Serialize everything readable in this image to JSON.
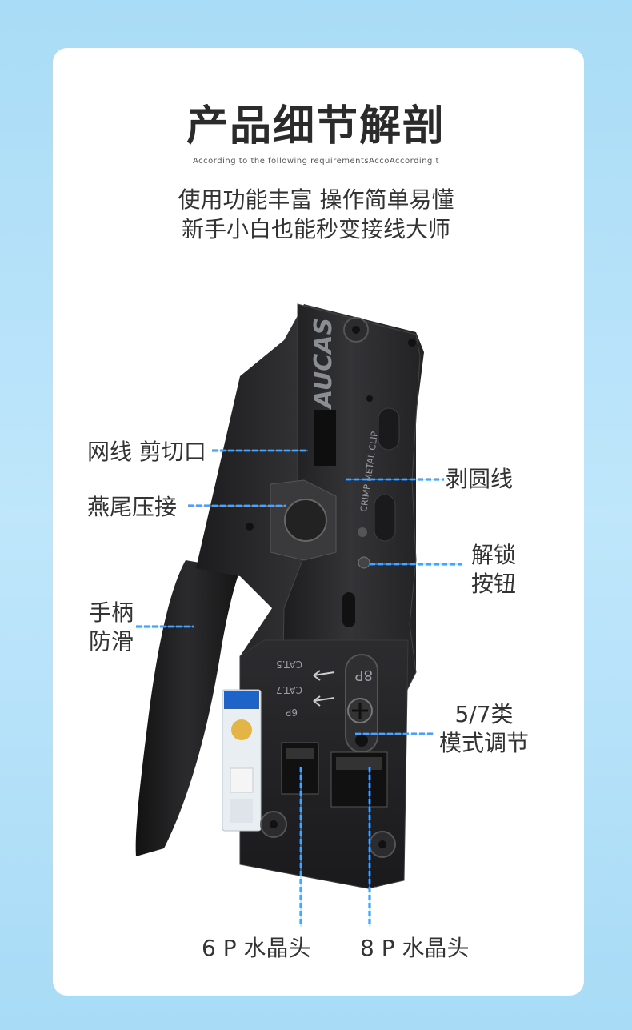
{
  "header": {
    "title": "产品细节解剖",
    "subtitle_en": "According to the following requirementsAccoAccording t",
    "tagline_line1": "使用功能丰富 操作简单易懂",
    "tagline_line2": "新手小白也能秒变接线大师"
  },
  "tool": {
    "brand": "AUCAS",
    "side_text": "CRIMP METAL CLIP",
    "mark_cat5": "CAT.5",
    "mark_cat7": "CAT.7",
    "mark_8p": "8P",
    "mark_6p": "6P"
  },
  "callouts": {
    "cable_cutter": "网线 剪切口",
    "dovetail_crimp": "燕尾压接",
    "handle_line1": "手柄",
    "handle_line2": "防滑",
    "strip_round": "剥圆线",
    "unlock_line1": "解锁",
    "unlock_line2": "按钮",
    "mode_line1": "5/7类",
    "mode_line2": "模式调节",
    "crystal_6p": "6 P 水晶头",
    "crystal_8p": "8 P 水晶头"
  },
  "colors": {
    "accent": "#1e88ff",
    "body": "#2a2a2c",
    "text": "#333333"
  }
}
